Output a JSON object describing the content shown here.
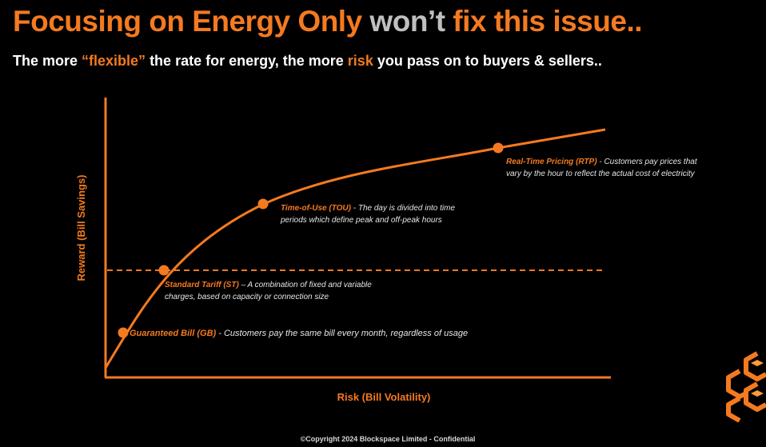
{
  "header": {
    "title_part1": "Focusing on Energy Only",
    "title_part2": " won’t",
    "title_part3": " fix this issue..",
    "subtitle_part1": "The more ",
    "subtitle_part2": "“flexible”",
    "subtitle_part3": " the rate for energy, the more ",
    "subtitle_part4": "risk",
    "subtitle_part5": " you pass on to buyers & sellers.."
  },
  "diagram": {
    "y_axis_label": "Reward (Bill Savings)",
    "x_axis_label": "Risk (Bill Volatility)",
    "points": [
      {
        "name": "Guaranteed Bill (GB)",
        "separator": " - ",
        "description_lines": [
          "Customers pay the same bill every month, regardless of usage"
        ]
      },
      {
        "name": "Standard Tariff (ST)",
        "separator": " – ",
        "description_lines": [
          "A combination of fixed and variable",
          "charges, based on capacity or connection size"
        ]
      },
      {
        "name": "Time-of-Use (TOU)",
        "separator": " - ",
        "description_lines": [
          "The day is divided into time",
          "periods which define peak and off-peak hours"
        ]
      },
      {
        "name": "Real-Time Pricing (RTP)",
        "separator": " - ",
        "description_lines": [
          "Customers pay prices that",
          "vary by the hour to reflect the actual cost of electricity"
        ]
      }
    ]
  },
  "footer": {
    "copyright": "©Copyright 2024 Blockspace Limited - Confidential"
  },
  "colors": {
    "accent": "#f47a20",
    "background": "#000000",
    "muted": "#bfbfbf"
  },
  "icons": {
    "logo": "blockspace-logo-icon"
  }
}
